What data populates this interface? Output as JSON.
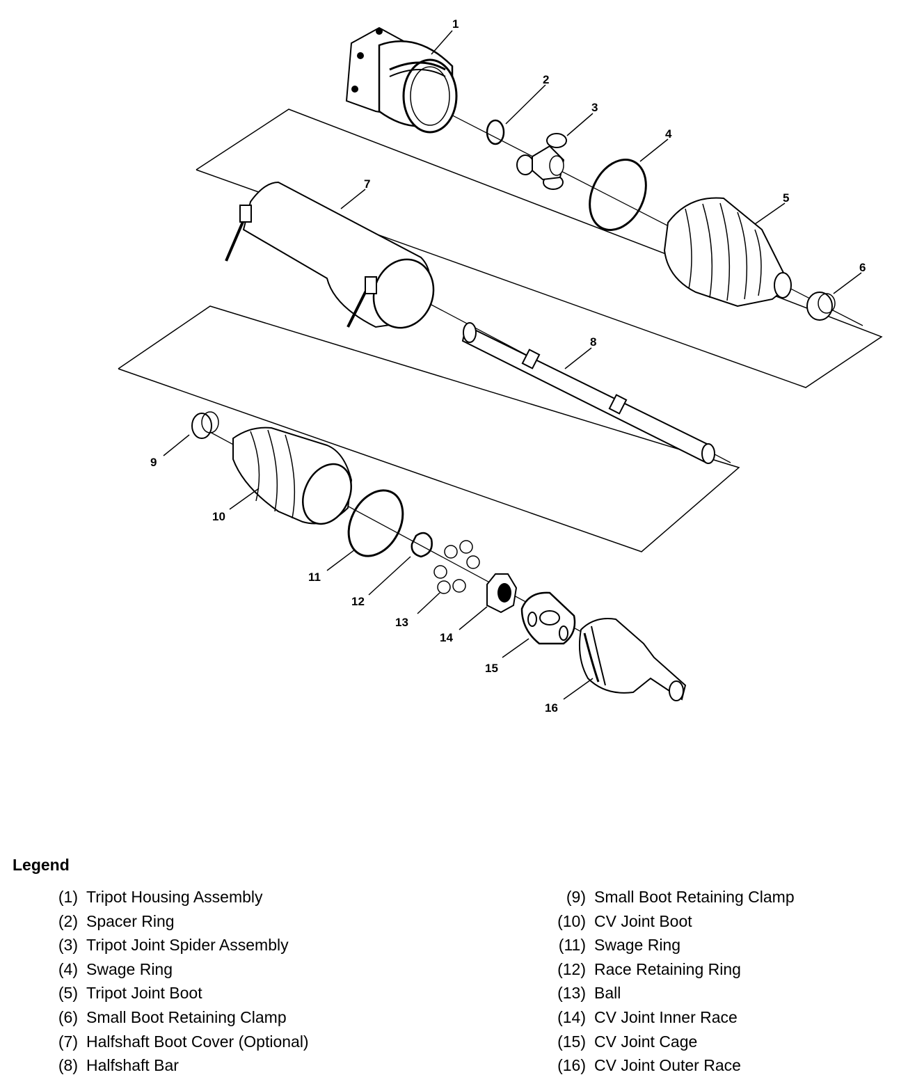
{
  "diagram": {
    "callouts": [
      "1",
      "2",
      "3",
      "4",
      "5",
      "6",
      "7",
      "8",
      "9",
      "10",
      "11",
      "12",
      "13",
      "14",
      "15",
      "16"
    ]
  },
  "legend": {
    "title": "Legend",
    "left": [
      {
        "num": "(1)",
        "label": "Tripot Housing Assembly"
      },
      {
        "num": "(2)",
        "label": "Spacer Ring"
      },
      {
        "num": "(3)",
        "label": "Tripot Joint Spider Assembly"
      },
      {
        "num": "(4)",
        "label": "Swage Ring"
      },
      {
        "num": "(5)",
        "label": "Tripot Joint Boot"
      },
      {
        "num": "(6)",
        "label": "Small Boot Retaining Clamp"
      },
      {
        "num": "(7)",
        "label": "Halfshaft Boot Cover (Optional)"
      },
      {
        "num": "(8)",
        "label": "Halfshaft Bar"
      }
    ],
    "right": [
      {
        "num": "(9)",
        "label": "Small Boot Retaining Clamp"
      },
      {
        "num": "(10)",
        "label": "CV Joint Boot"
      },
      {
        "num": "(11)",
        "label": "Swage Ring"
      },
      {
        "num": "(12)",
        "label": "Race Retaining Ring"
      },
      {
        "num": "(13)",
        "label": "Ball"
      },
      {
        "num": "(14)",
        "label": "CV Joint Inner Race"
      },
      {
        "num": "(15)",
        "label": "CV Joint Cage"
      },
      {
        "num": "(16)",
        "label": "CV Joint Outer Race"
      }
    ]
  }
}
